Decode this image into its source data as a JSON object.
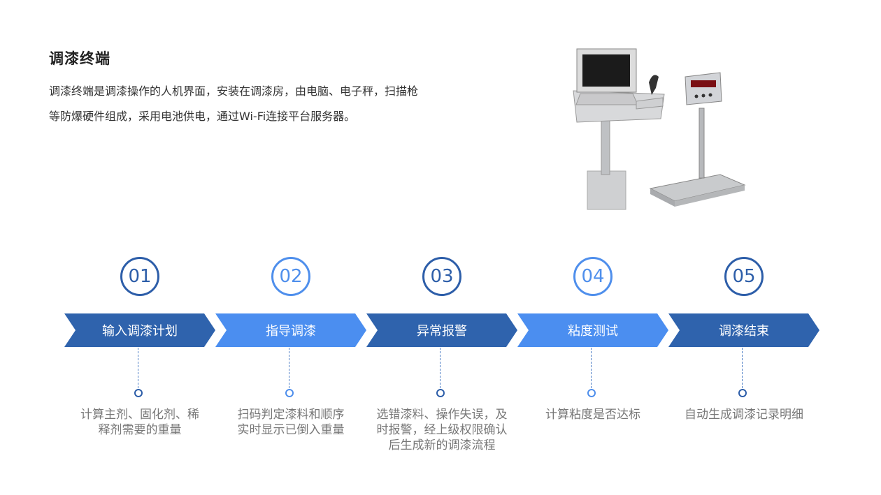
{
  "header": {
    "title": "调漆终端",
    "desc_line1": "调漆终端是调漆操作的人机界面，安装在调漆房，由电脑、电子秤，扫描枪",
    "desc_line2": "等防爆硬件组成，采用电池供电，通过Wi-Fi连接平台服务器。"
  },
  "colors": {
    "dark_blue": "#2f63ad",
    "light_blue": "#4b8ef0"
  },
  "steps": [
    {
      "num": "01",
      "label": "输入调漆计划",
      "note_lines": [
        "计算主剂、固化剂、稀",
        "释剂需要的重量"
      ],
      "tone": "dark"
    },
    {
      "num": "02",
      "label": "指导调漆",
      "note_lines": [
        "扫码判定漆料和顺序",
        "实时显示已倒入重量"
      ],
      "tone": "light"
    },
    {
      "num": "03",
      "label": "异常报警",
      "note_lines": [
        "选错漆料、操作失误，及",
        "时报警，经上级权限确认",
        "后生成新的调漆流程"
      ],
      "tone": "dark"
    },
    {
      "num": "04",
      "label": "粘度测试",
      "note_lines": [
        "计算粘度是否达标"
      ],
      "tone": "light"
    },
    {
      "num": "05",
      "label": "调漆结束",
      "note_lines": [
        "自动生成调漆记录明细"
      ],
      "tone": "dark"
    }
  ]
}
